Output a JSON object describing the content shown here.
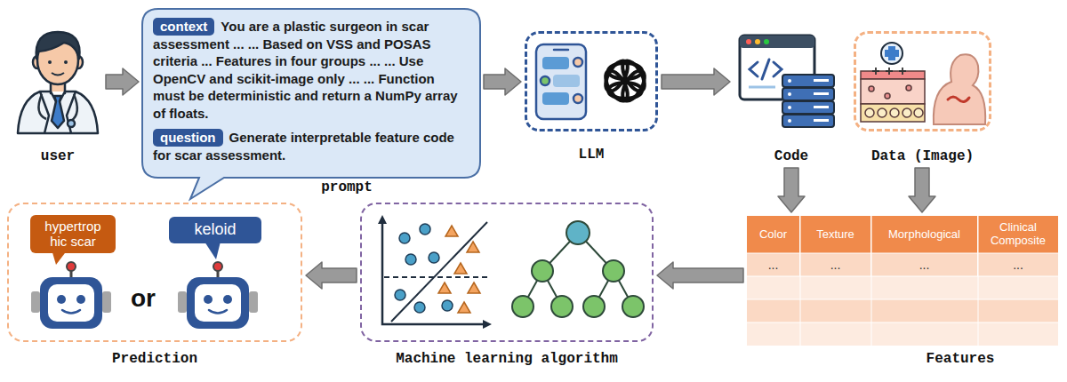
{
  "diagram": {
    "nodes": [
      {
        "text": [
          "user"
        ]
      },
      {
        "text": [
          "You are a plastic surgeon in scar assessment ... ... Based on VSS and POSAS criteria ... Features in four groups ... ... Use OpenCV and scikit-image only ... ... Function must be deterministic and return a NumPy array of floats.",
          "Generate interpretable feature code for scar assessment.",
          "prompt"
        ]
      },
      {
        "text": [
          "context"
        ],
        "in": 1
      },
      {
        "text": [
          "question"
        ],
        "in": 1
      },
      {
        "text": [
          "LLM"
        ]
      },
      {
        "text": [
          "Code"
        ]
      },
      {
        "text": [
          "Data (Image)"
        ]
      },
      {
        "text": [
          "Features"
        ]
      },
      {
        "text": [
          "Machine learning algorithm"
        ]
      },
      {
        "text": [
          "Prediction"
        ]
      },
      {
        "text": [
          "hypertrop hic scar"
        ],
        "in": 9
      },
      {
        "text": [
          "keloid"
        ],
        "in": 9
      }
    ],
    "edges": [
      {
        "from": 0,
        "to": 1,
        "arrow": "to"
      },
      {
        "from": 1,
        "to": 4,
        "arrow": "to"
      },
      {
        "from": 4,
        "to": 5,
        "arrow": "to"
      },
      {
        "from": 5,
        "to": 7,
        "arrow": "to"
      },
      {
        "from": 6,
        "to": 7,
        "arrow": "to"
      },
      {
        "from": 7,
        "to": 8,
        "arrow": "to"
      },
      {
        "from": 8,
        "to": 9,
        "arrow": "to"
      }
    ],
    "labels": [
      "Color",
      "Texture",
      "Morphological",
      "Clinical Composite",
      "...",
      "...",
      "...",
      "...",
      "or"
    ]
  }
}
